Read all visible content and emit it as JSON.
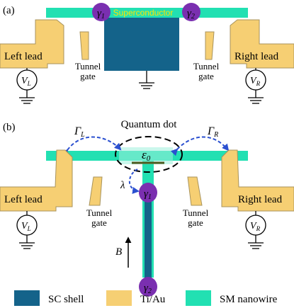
{
  "panel_a": {
    "label": "(a)",
    "superconductor_label": "Superconductor",
    "gamma1": "γ",
    "gamma1_sub": "1",
    "gamma2": "γ",
    "gamma2_sub": "2",
    "left_lead": "Left lead",
    "right_lead": "Right lead",
    "tunnel_gate_left": [
      "Tunnel",
      "gate"
    ],
    "tunnel_gate_right": [
      "Tunnel",
      "gate"
    ],
    "vl": "V",
    "vl_sub": "L",
    "vr": "V",
    "vr_sub": "R"
  },
  "panel_b": {
    "label": "(b)",
    "quantum_dot_label": "Quantum dot",
    "gamma_l": "Γ",
    "gamma_l_sub": "L",
    "gamma_r": "Γ",
    "gamma_r_sub": "R",
    "epsilon": "ε",
    "epsilon_sub": "0",
    "lambda": "λ",
    "gamma1": "γ",
    "gamma1_sub": "1",
    "gamma2": "γ",
    "gamma2_sub": "2",
    "b_field": "B",
    "left_lead": "Left lead",
    "right_lead": "Right lead",
    "tunnel_gate_left": [
      "Tunnel",
      "gate"
    ],
    "tunnel_gate_right": [
      "Tunnel",
      "gate"
    ],
    "vl": "V",
    "vl_sub": "L",
    "vr": "V",
    "vr_sub": "R"
  },
  "legend": {
    "items": [
      {
        "label": "SC shell",
        "color": "#14638a"
      },
      {
        "label": "Ti/Au",
        "color": "#f6cf73"
      },
      {
        "label": "SM nanowire",
        "color": "#22e0b2"
      }
    ]
  },
  "colors": {
    "nanowire": "#22e0b2",
    "sc_shell": "#14638a",
    "lead": "#f6cf73",
    "majorana": "#7a2fb0",
    "majorana_text": "#ffe400",
    "arrow_blue": "#2b50d0",
    "dot_level": "#4c5a1e"
  }
}
